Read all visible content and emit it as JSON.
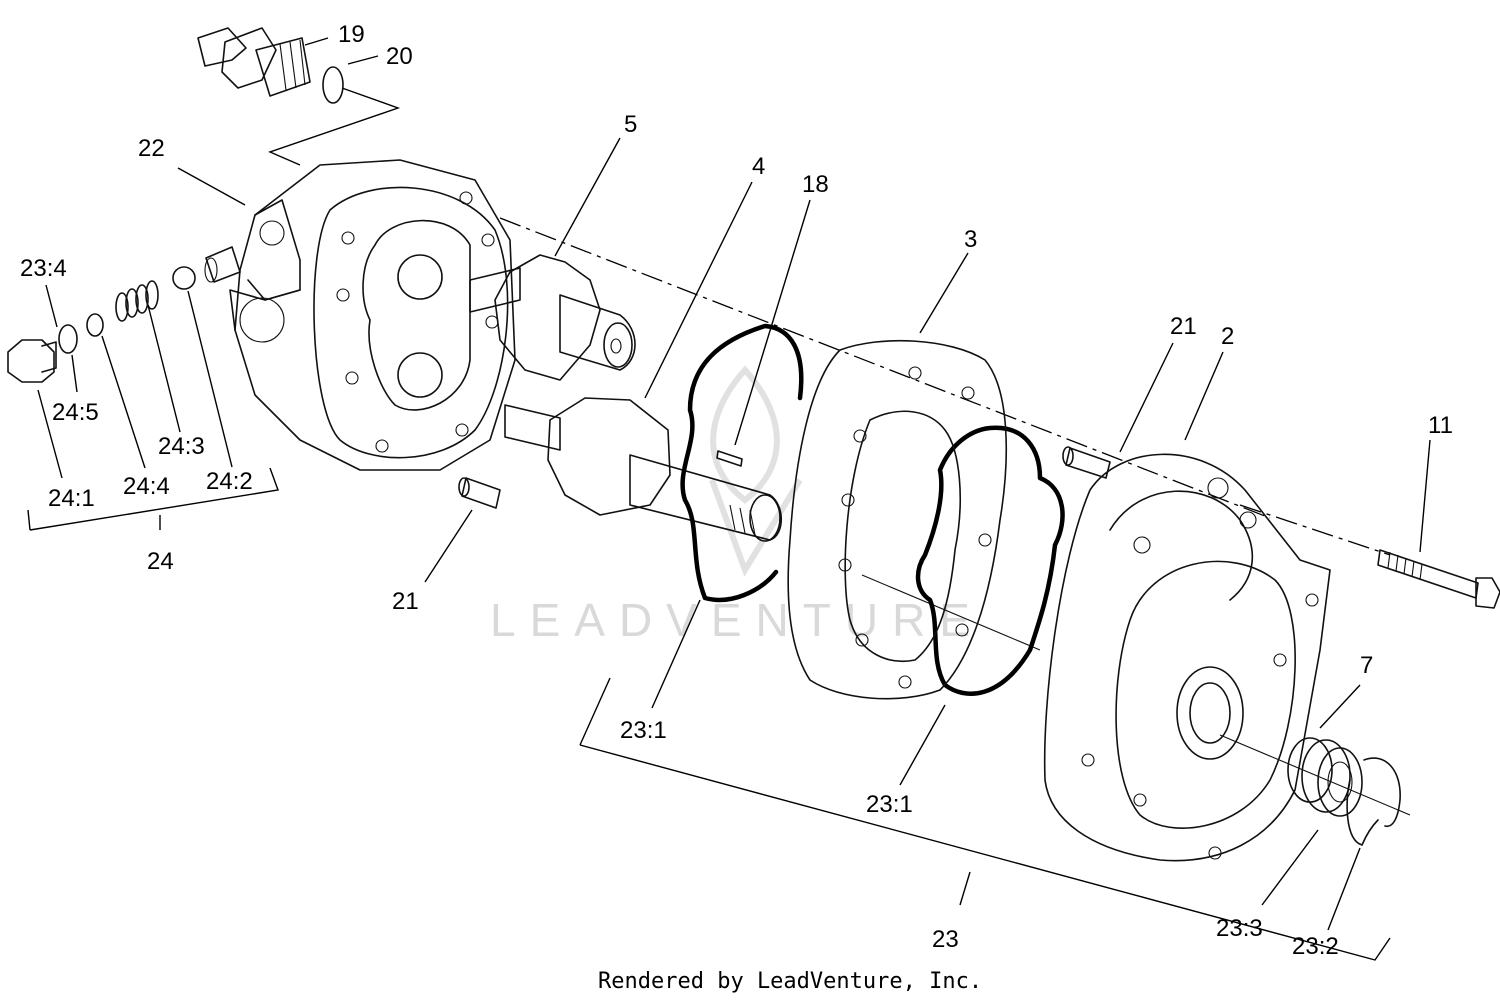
{
  "watermark": "LEADVENTURE",
  "footer": "Rendered by LeadVenture, Inc.",
  "callouts": {
    "c19": "19",
    "c20": "20",
    "c22": "22",
    "c5": "5",
    "c4": "4",
    "c18": "18",
    "c3": "3",
    "c21a": "21",
    "c2": "2",
    "c11": "11",
    "c234": "23:4",
    "c245": "24:5",
    "c243": "24:3",
    "c242": "24:2",
    "c241": "24:1",
    "c244": "24:4",
    "c24": "24",
    "c21b": "21",
    "c231a": "23:1",
    "c231b": "23:1",
    "c7": "7",
    "c23": "23",
    "c233": "23:3",
    "c232": "23:2"
  }
}
